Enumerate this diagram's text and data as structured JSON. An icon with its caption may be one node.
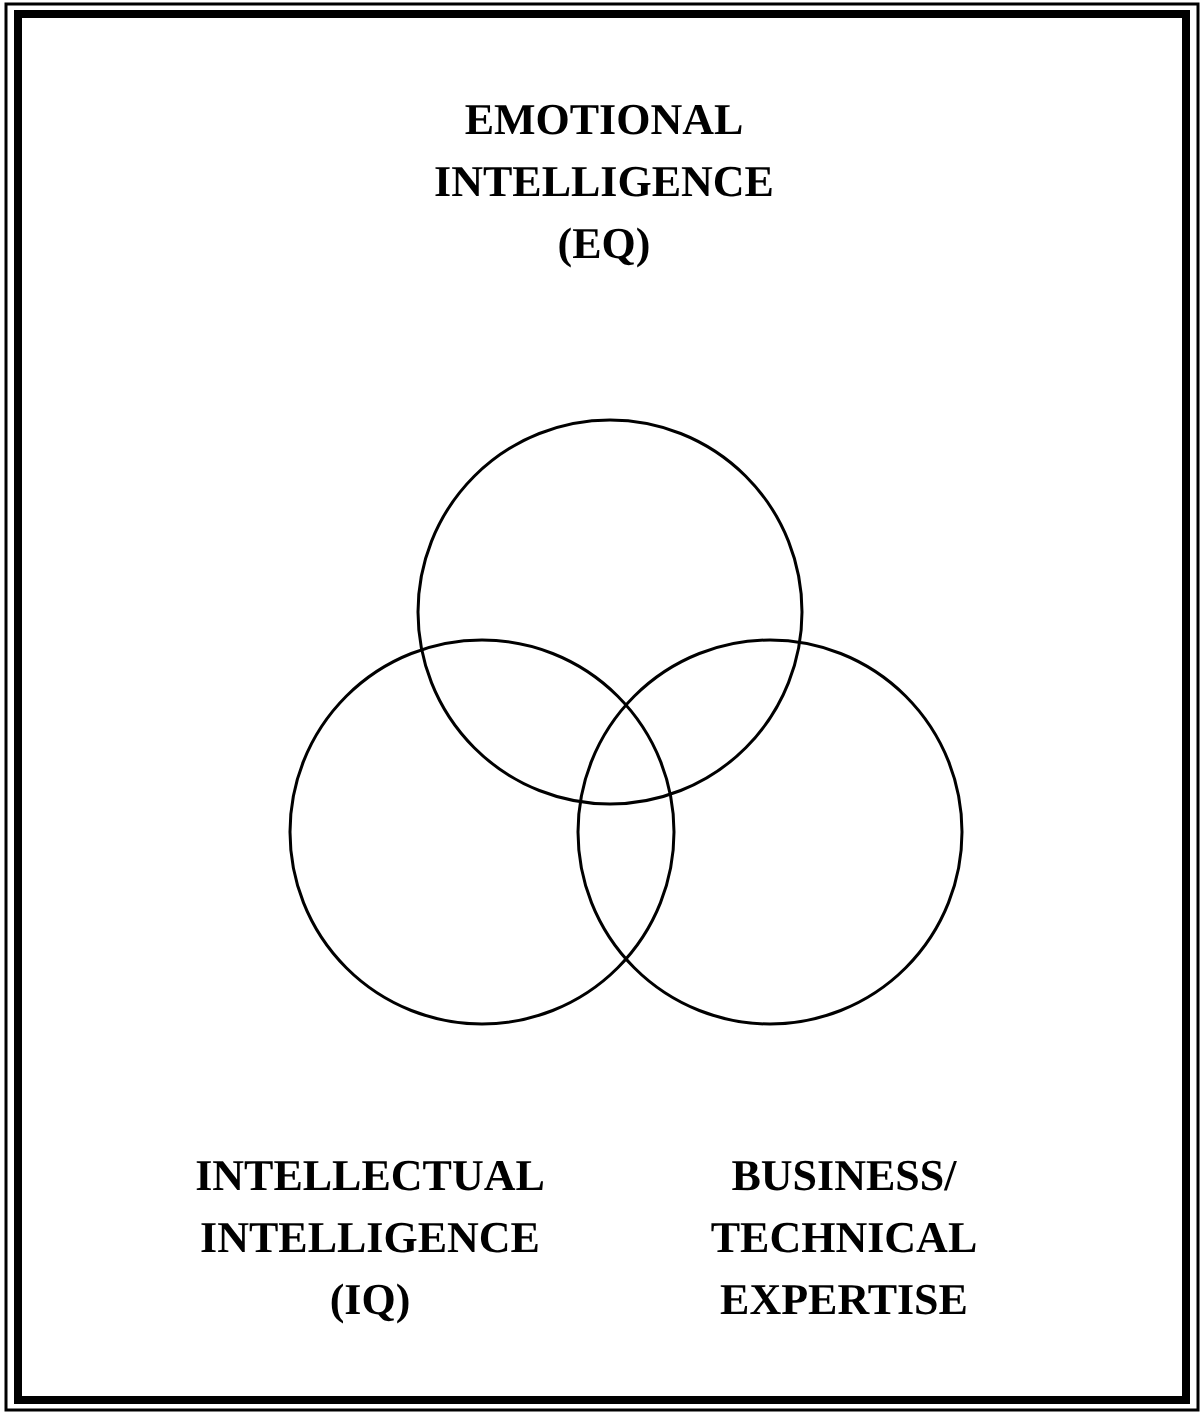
{
  "diagram": {
    "nodes": [
      {
        "text": [],
        "shape": "circle",
        "beside": [
          "EMOTIONAL INTELLIGENCE (EQ)"
        ]
      },
      {
        "text": [],
        "shape": "circle",
        "beside": [
          "INTELLECTUAL INTELLIGENCE (IQ)"
        ]
      },
      {
        "text": [],
        "shape": "circle",
        "beside": [
          "BUSINESS/ TECHNICAL EXPERTISE"
        ]
      }
    ]
  }
}
